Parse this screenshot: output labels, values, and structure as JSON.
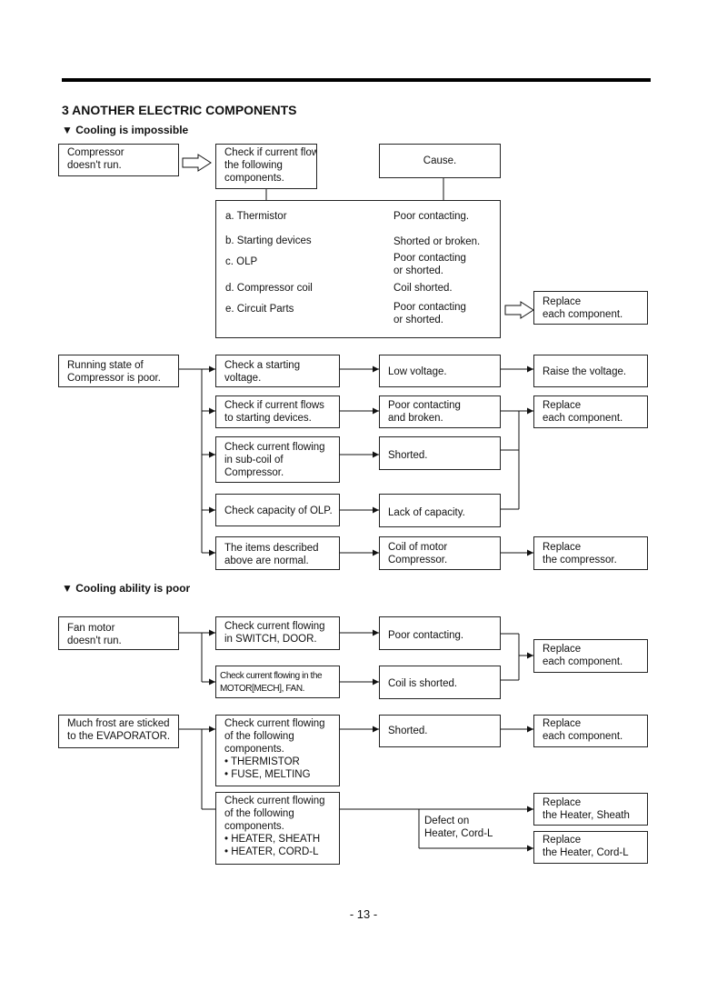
{
  "section_title": "3 ANOTHER ELECTRIC COMPONENTS",
  "sub1": "▼ Cooling is impossible",
  "sub2": "▼ Cooling ability is poor",
  "page_number": "- 13 -",
  "flow1": {
    "symptom": "Compressor\ndoesn't run.",
    "check": "Check if current flows to\nthe following\ncomponents.",
    "cause_header": "Cause.",
    "items": [
      {
        "label": "a. Thermistor",
        "cause": "Poor contacting."
      },
      {
        "label": "b. Starting devices",
        "cause": "Shorted or broken."
      },
      {
        "label": "c. OLP",
        "cause": "Poor contacting\nor shorted."
      },
      {
        "label": "d. Compressor coil",
        "cause": "Coil shorted."
      },
      {
        "label": "e. Circuit Parts",
        "cause": "Poor contacting\nor shorted."
      }
    ],
    "remedy": "Replace\neach component."
  },
  "flow2": {
    "symptom": "Running state of\nCompressor is poor.",
    "check1": "Check a starting\nvoltage.",
    "cause1": "Low voltage.",
    "remedy1": "Raise the voltage.",
    "check2": "Check if current flows\nto starting devices.",
    "cause2": "Poor contacting\nand broken.",
    "remedy2": "Replace\neach component.",
    "check3": "Check current flowing\nin sub-coil of\nCompressor.",
    "cause3": "Shorted.",
    "check4": "Check capacity of OLP.",
    "cause4": "Lack of capacity.",
    "check5": "The items described\nabove are normal.",
    "cause5": "Coil of motor\nCompressor.",
    "remedy5": "Replace\nthe compressor."
  },
  "flow3": {
    "symptom": "Fan motor\ndoesn't run.",
    "check1": "Check current flowing\nin SWITCH, DOOR.",
    "cause1": "Poor contacting.",
    "check2": "Check current flowing in the\nMOTOR[MECH], FAN.",
    "cause2": "Coil is shorted.",
    "remedy": "Replace\neach component."
  },
  "flow4": {
    "symptom": "Much frost are sticked\nto the EVAPORATOR.",
    "check1": "Check current flowing\nof the following\ncomponents.\n• THERMISTOR\n• FUSE, MELTING",
    "cause1": "Shorted.",
    "remedy1": "Replace\neach component.",
    "check2": "Check current flowing\nof the following\ncomponents.\n• HEATER, SHEATH\n• HEATER, CORD-L",
    "cause2": "Defect on\nHeater, Cord-L",
    "remedy2a": "Replace\nthe Heater, Sheath",
    "remedy2b": "Replace\nthe Heater, Cord-L"
  }
}
